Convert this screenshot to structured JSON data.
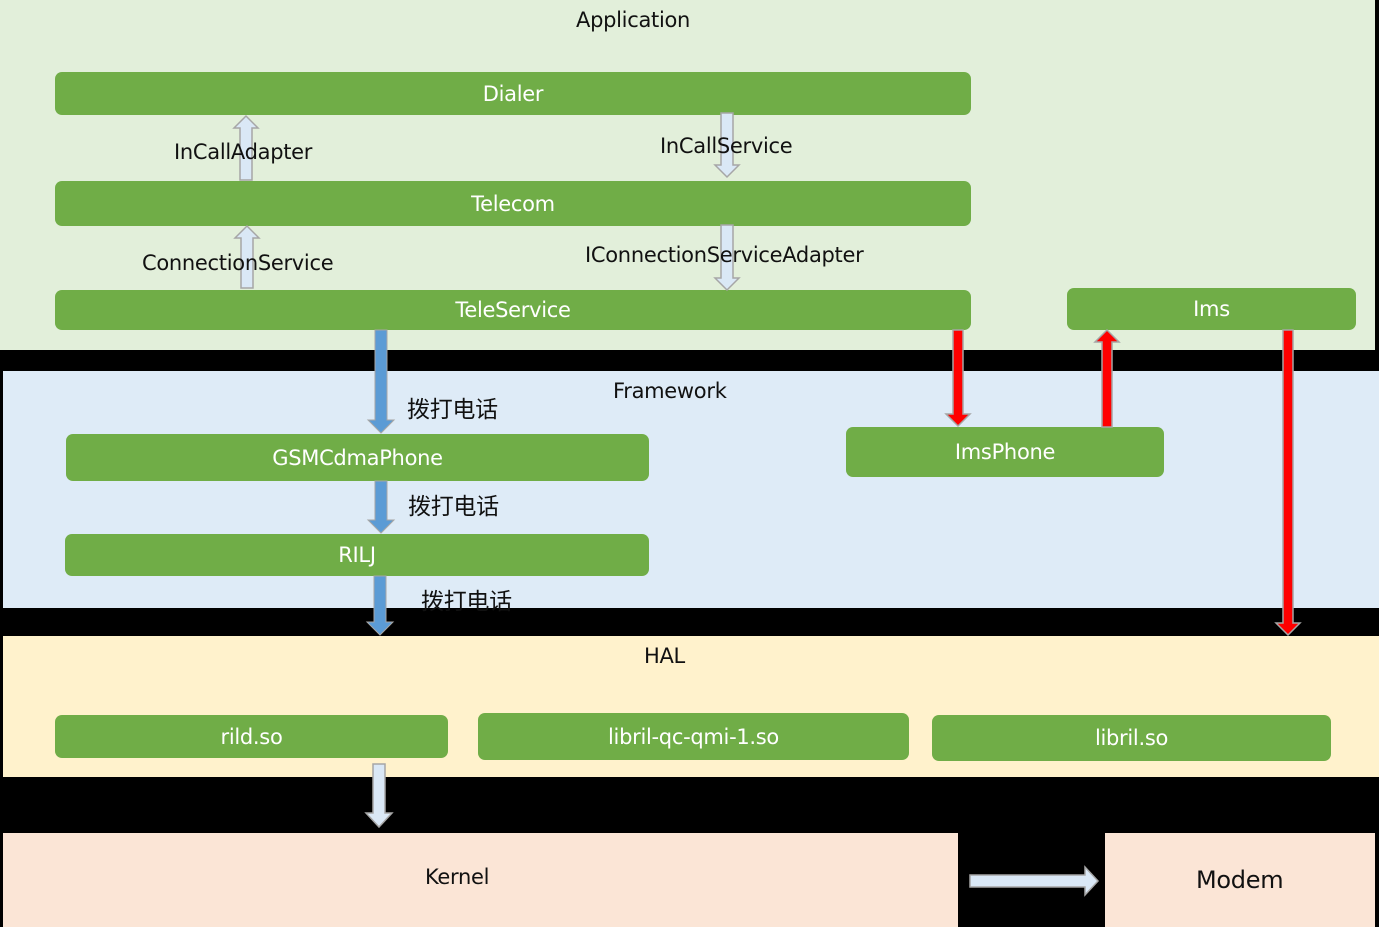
{
  "layers": {
    "application": {
      "title": "Application",
      "color": "#e2efda"
    },
    "framework": {
      "title": "Framework",
      "color": "#deebf7"
    },
    "hal": {
      "title": "HAL",
      "color": "#fff2cc"
    },
    "kernel": {
      "title": "Kernel",
      "color": "#fbe5d6"
    },
    "modem": {
      "title": "Modem",
      "color": "#fbe5d6"
    }
  },
  "components": {
    "dialer": "Dialer",
    "telecom": "Telecom",
    "teleservice": "TeleService",
    "ims": "Ims",
    "gsmcdmaphone": "GSMCdmaPhone",
    "imsphone": "ImsPhone",
    "rilj": "RILJ",
    "rild": "rild.so",
    "libril_qc": "libril-qc-qmi-1.so",
    "libril": "libril.so"
  },
  "edge_labels": {
    "incalladapter": "InCallAdapter",
    "incallservice": "InCallService",
    "connectionservice": "ConnectionService",
    "iconnectionserviceadapter": "IConnectionServiceAdapter",
    "dial_1": "拨打电话",
    "dial_2": "拨打电话",
    "dial_3": "拨打电话"
  },
  "colors": {
    "component": "#70ad47",
    "blue_arrow": "#5b9bd5",
    "red_arrow": "#ff0000",
    "light_arrow": "#dae8f6",
    "arrow_stroke": "#a6a6a6"
  }
}
